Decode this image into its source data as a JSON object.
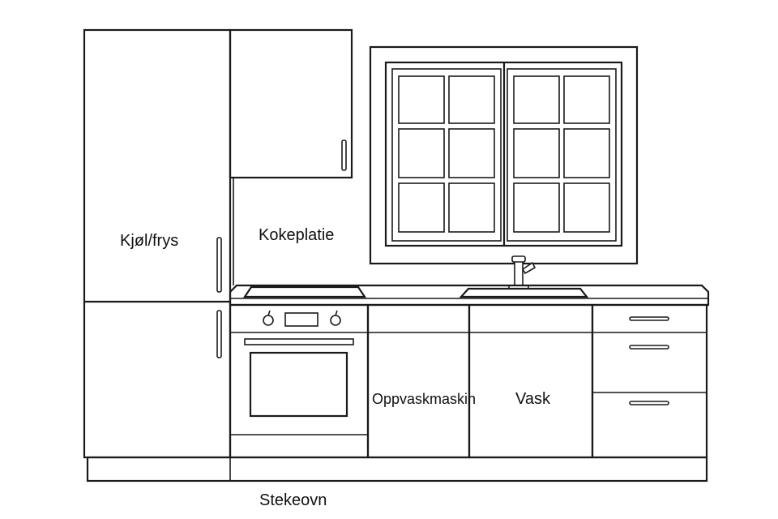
{
  "labels": {
    "fridge": "Kjøl/frys",
    "cooktop": "Kokeplatie",
    "dishwasher": "Oppvaskmaskin",
    "sink": "Vask",
    "oven": "Stekeovn"
  },
  "colors": {
    "line": "#1a1a1a",
    "background": "#ffffff",
    "text": "#111111"
  }
}
